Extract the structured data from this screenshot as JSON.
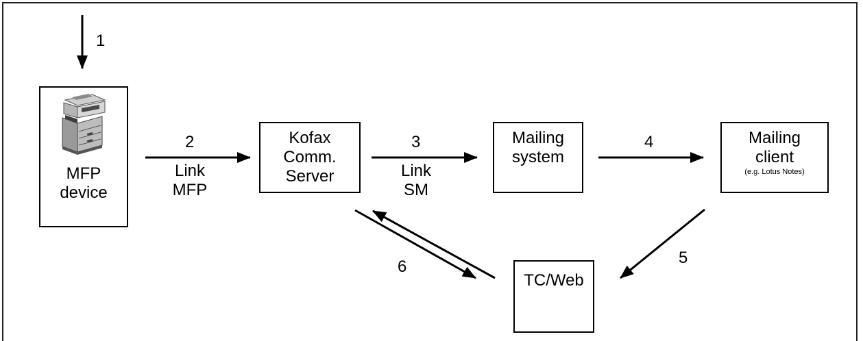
{
  "steps": {
    "s1": "1",
    "s2": "2",
    "s3": "3",
    "s4": "4",
    "s5": "5",
    "s6": "6"
  },
  "links": {
    "link_mfp_line1": "Link",
    "link_mfp_line2": "MFP",
    "link_sm_line1": "Link",
    "link_sm_line2": "SM"
  },
  "nodes": {
    "mfp": {
      "line1": "MFP",
      "line2": "device",
      "icon": "printer-icon"
    },
    "kofax": {
      "line1": "Kofax",
      "line2": "Comm.",
      "line3": "Server"
    },
    "mailing_system": {
      "line1": "Mailing",
      "line2": "system"
    },
    "mailing_client": {
      "line1": "Mailing",
      "line2": "client",
      "note": "(e.g. Lotus Notes)"
    },
    "tcweb": {
      "label": "TC/Web"
    }
  },
  "colors": {
    "line": "#000000",
    "frame": "#222222",
    "printer_body": "#9a9a9a",
    "printer_dark": "#3c3c3c"
  }
}
